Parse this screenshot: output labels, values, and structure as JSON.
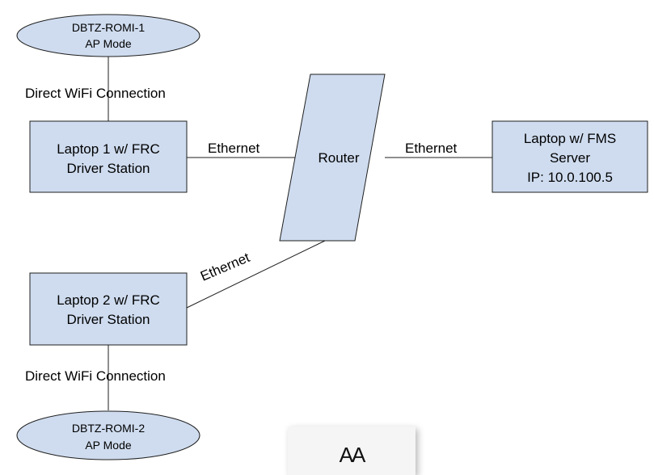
{
  "ap1": {
    "line1": "DBTZ-ROMI-1",
    "line2": "AP Mode"
  },
  "ap2": {
    "line1": "DBTZ-ROMI-2",
    "line2": "AP Mode"
  },
  "laptop1": {
    "line1": "Laptop 1 w/ FRC",
    "line2": "Driver Station"
  },
  "laptop2": {
    "line1": "Laptop 2 w/ FRC",
    "line2": "Driver Station"
  },
  "router": {
    "label": "Router"
  },
  "fms": {
    "line1": "Laptop w/ FMS",
    "line2": "Server",
    "line3": "IP: 10.0.100.5"
  },
  "edges": {
    "ap1_laptop1": "Direct WiFi Connection",
    "laptop2_ap2": "Direct WiFi Connection",
    "laptop1_router": "Ethernet",
    "router_fms": "Ethernet",
    "laptop2_router": "Ethernet"
  },
  "font_badge": {
    "text": "AA"
  },
  "colors": {
    "node_fill": "#cfdcef",
    "stroke": "#1f1f1f"
  }
}
